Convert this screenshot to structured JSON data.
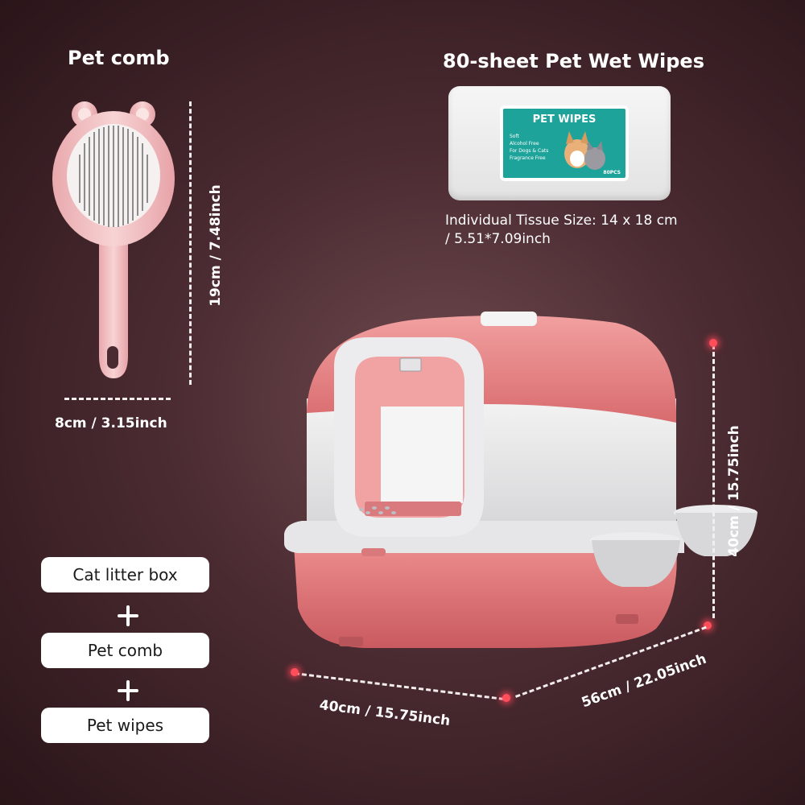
{
  "comb": {
    "title": "Pet comb",
    "height_label": "19cm / 7.48inch",
    "width_label": "8cm / 3.15inch"
  },
  "wipes": {
    "title": "80-sheet Pet Wet Wipes",
    "pack_brand": "PET WIPES",
    "pack_features": [
      "Soft",
      "Alcohol Free",
      "For Dogs & Cats",
      "Fragrance Free"
    ],
    "pack_count": "80PCS",
    "size_line1": "Individual Tissue Size: 14 x 18 cm",
    "size_line2": "/ 5.51*7.09inch"
  },
  "litter_box": {
    "height_label": "40cm / 15.75inch",
    "width_label": "40cm / 15.75inch",
    "depth_label": "56cm / 22.05inch"
  },
  "bundle": {
    "items": [
      "Cat litter box",
      "Pet comb",
      "Pet wipes"
    ]
  },
  "colors": {
    "background": "#4a2b31",
    "litter_pink": "#e88585",
    "comb_pink": "#f2c4c4",
    "wipes_teal": "#1ea39a",
    "accent_red": "#ff4d5a"
  }
}
